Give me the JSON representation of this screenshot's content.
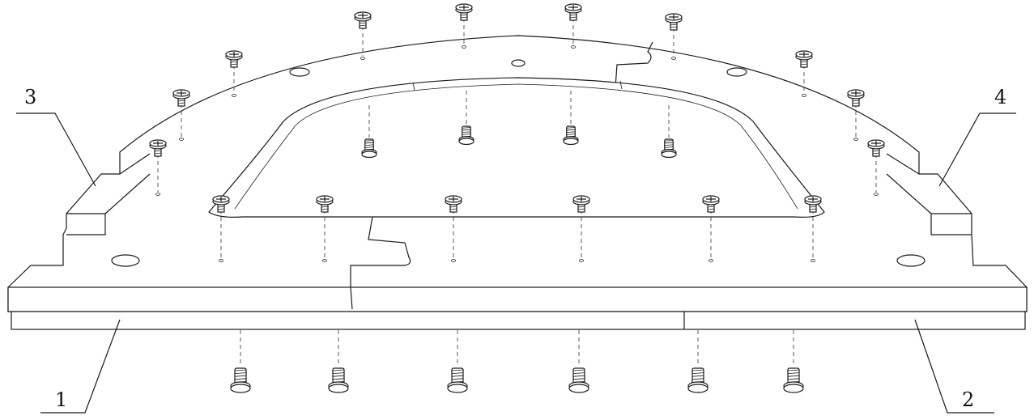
{
  "diagram": {
    "callouts": [
      {
        "id": "1",
        "label": "1"
      },
      {
        "id": "2",
        "label": "2"
      },
      {
        "id": "3",
        "label": "3"
      },
      {
        "id": "4",
        "label": "4"
      }
    ],
    "parts": {
      "top_screws": "phillips-screw-icon",
      "inner_inserts": "threaded-insert-icon",
      "bottom_inserts": "threaded-insert-icon"
    },
    "colors": {
      "line": "#1a1a1a",
      "background": "#ffffff"
    }
  }
}
